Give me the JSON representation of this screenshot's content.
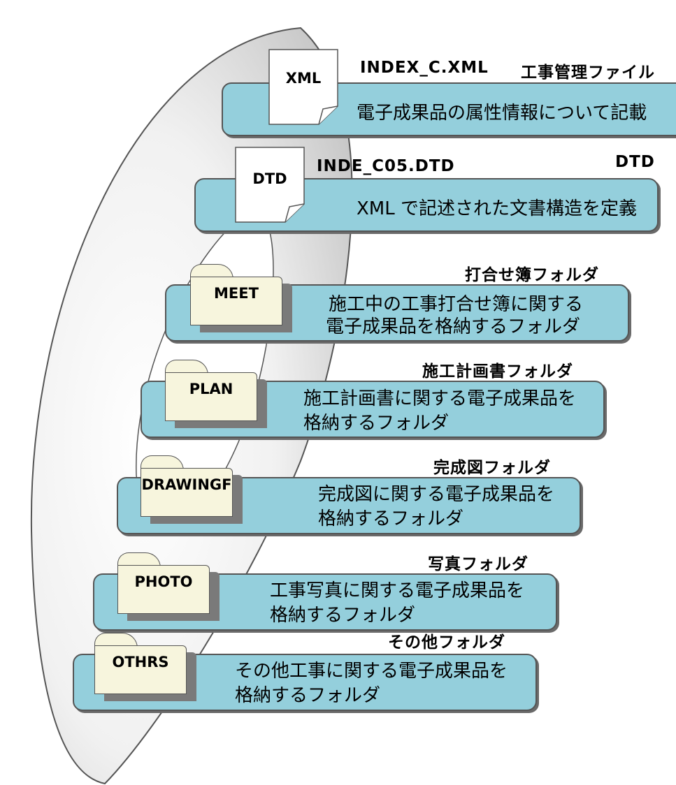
{
  "colors": {
    "box_fill": "#94cfdc",
    "folder_fill": "#f7f5dd",
    "doc_fill": "#ffffff"
  },
  "files": [
    {
      "icon": "XML",
      "filename": "INDEX_C.XML",
      "title": "工事管理ファイル",
      "description": "電子成果品の属性情報について記載"
    },
    {
      "icon": "DTD",
      "filename": "INDE_C05.DTD",
      "title": "DTD",
      "description": "XML で記述された文書構造を定義"
    }
  ],
  "folders": [
    {
      "name": "MEET",
      "title": "打合せ簿フォルダ",
      "line1": "施工中の工事打合せ簿に関する",
      "line2": "電子成果品を格納するフォルダ"
    },
    {
      "name": "PLAN",
      "title": "施工計画書フォルダ",
      "line1": "施工計画書に関する電子成果品を",
      "line2": "格納するフォルダ"
    },
    {
      "name": "DRAWINGF",
      "title": "完成図フォルダ",
      "line1": "完成図に関する電子成果品を",
      "line2": "格納するフォルダ"
    },
    {
      "name": "PHOTO",
      "title": "写真フォルダ",
      "line1": "工事写真に関する電子成果品を",
      "line2": "格納するフォルダ"
    },
    {
      "name": "OTHRS",
      "title": "その他フォルダ",
      "line1": "その他工事に関する電子成果品を",
      "line2": "格納するフォルダ"
    }
  ]
}
